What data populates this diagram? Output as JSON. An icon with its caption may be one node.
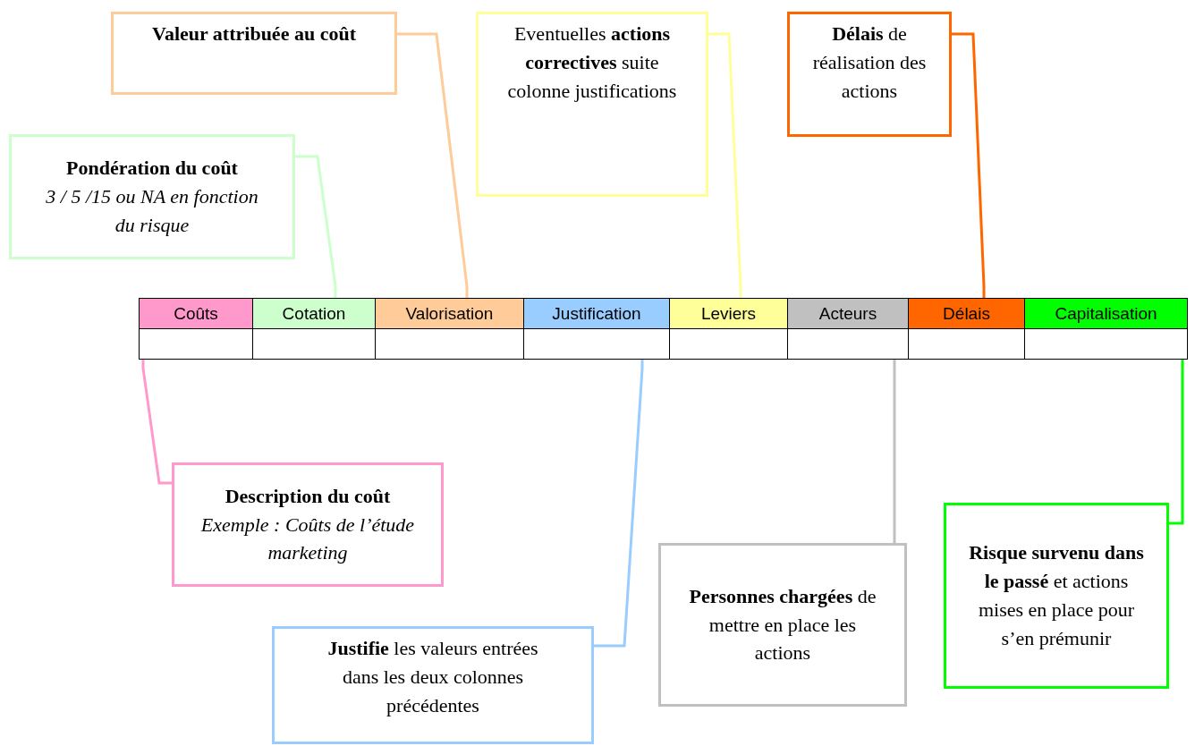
{
  "diagram": {
    "nodes": [
      {
        "text": [
          "Valeur attribuée au coût"
        ]
      },
      {
        "text": [
          "Eventuelles **actions correctives** suite colonne justifications"
        ]
      },
      {
        "text": [
          "**Délais** de réalisation des actions"
        ]
      },
      {
        "text": [
          "Pondération du coût",
          "3 / 5 /15 ou NA en fonction du risque"
        ]
      },
      {
        "text": [
          "Coûts"
        ]
      },
      {
        "text": [
          "Cotation"
        ]
      },
      {
        "text": [
          "Valorisation"
        ]
      },
      {
        "text": [
          "Justification"
        ]
      },
      {
        "text": [
          "Leviers"
        ]
      },
      {
        "text": [
          "Acteurs"
        ]
      },
      {
        "text": [
          "Délais"
        ]
      },
      {
        "text": [
          "Capitalisation"
        ]
      },
      {
        "text": [],
        "shape": "box"
      },
      {
        "text": [],
        "shape": "box"
      },
      {
        "text": [],
        "shape": "box"
      },
      {
        "text": [],
        "shape": "box"
      },
      {
        "text": [],
        "shape": "box"
      },
      {
        "text": [],
        "shape": "box"
      },
      {
        "text": [],
        "shape": "box"
      },
      {
        "text": [],
        "shape": "box"
      },
      {
        "text": [
          "Description du coût",
          "Exemple : Coûts de l’étude marketing"
        ]
      },
      {
        "text": [
          "**Personnes chargées** de mettre en place les actions"
        ]
      },
      {
        "text": [
          "**Risque survenu dans le passé** et actions mises en place pour s’en prémunir"
        ]
      },
      {
        "text": [
          "**Justifie** les valeurs entrées dans les deux colonnes précédentes"
        ]
      }
    ],
    "edges": [
      {
        "from": 0,
        "to": 6,
        "arrow": "none",
        "color": "#ffcc99"
      },
      {
        "from": 1,
        "to": 8,
        "arrow": "none",
        "color": "#ffff99"
      },
      {
        "from": 2,
        "to": 10,
        "arrow": "none",
        "color": "#ff6600"
      },
      {
        "from": 3,
        "to": 5,
        "arrow": "none",
        "color": "#ccffcc"
      },
      {
        "from": 20,
        "to": 12,
        "arrow": "none",
        "color": "#ff99cc"
      },
      {
        "from": 23,
        "to": 15,
        "arrow": "none",
        "color": "#99ccff"
      },
      {
        "from": 21,
        "to": 17,
        "arrow": "none",
        "color": "#c0c0c0"
      },
      {
        "from": 22,
        "to": 19,
        "arrow": "none",
        "color": "#00ff00"
      }
    ]
  }
}
